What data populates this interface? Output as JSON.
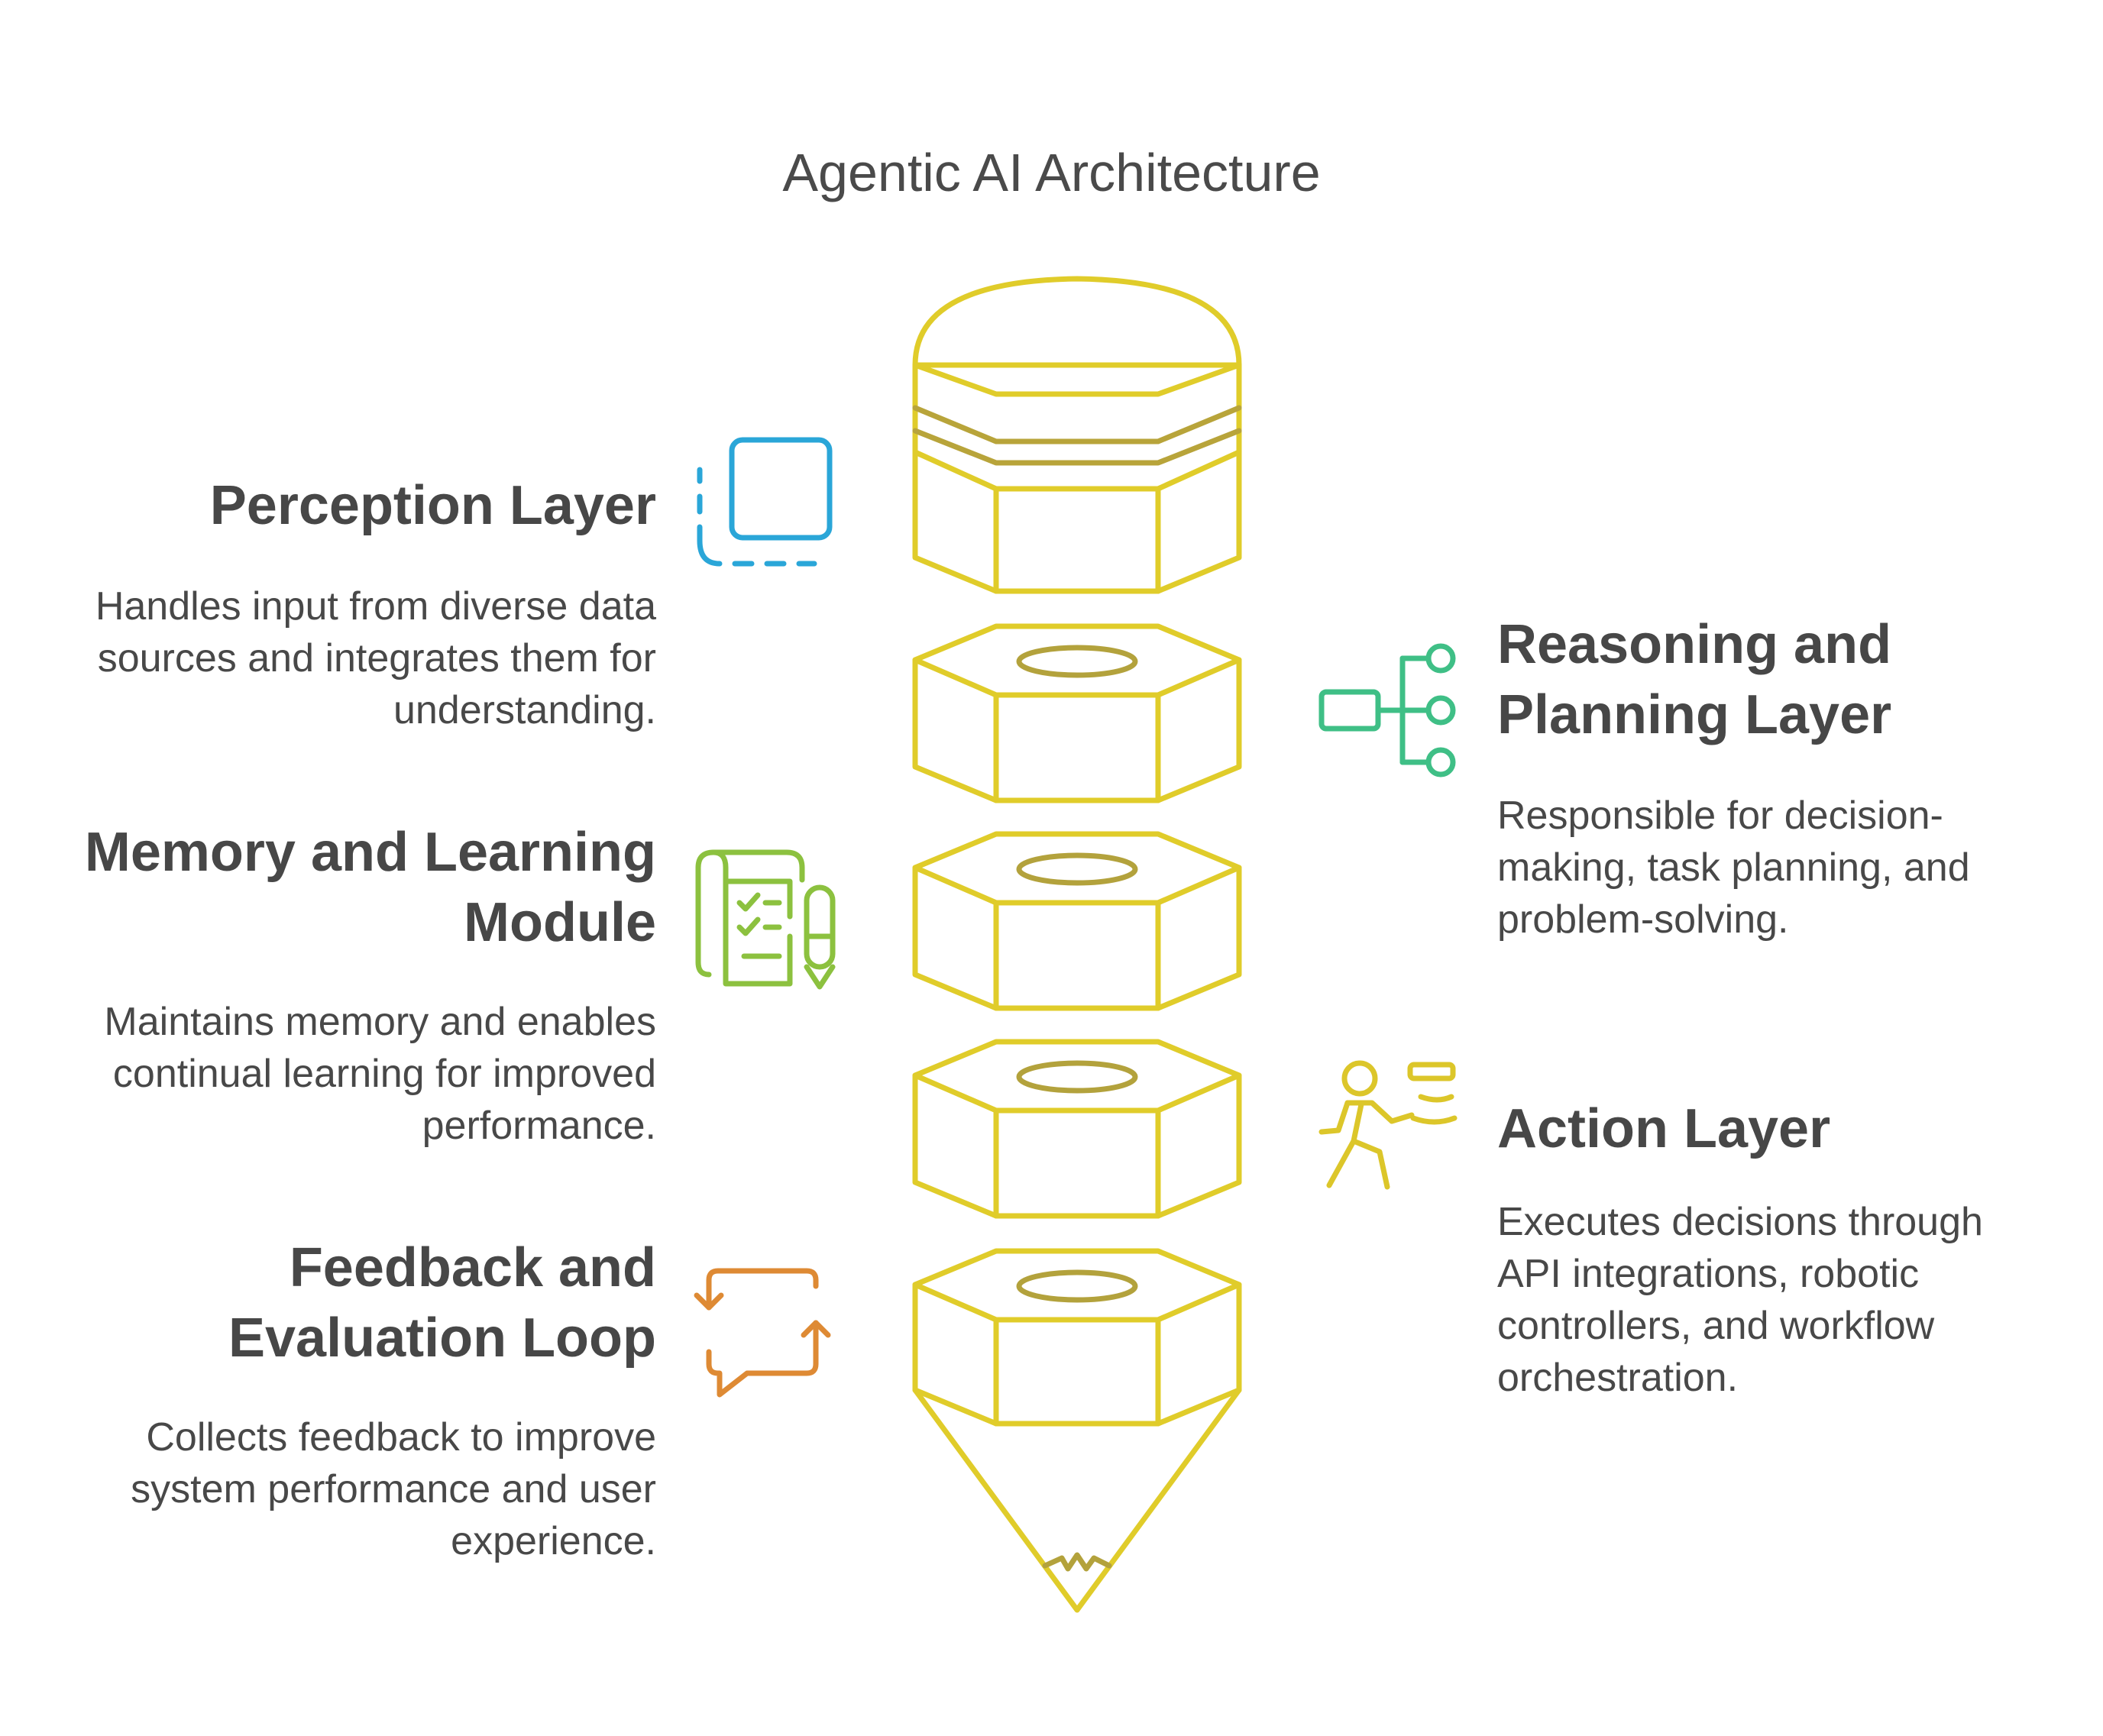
{
  "title": "Agentic AI Architecture",
  "colors": {
    "stack_stroke": "#e0cc2a",
    "stack_band": "#b8a43a",
    "stack_inner": "#b3a23c",
    "perception_icon": "#2aa6d8",
    "reasoning_icon": "#3fbf86",
    "memory_icon": "#8cc13f",
    "action_icon": "#dcc62a",
    "feedback_icon": "#de8a34",
    "text_dark": "#474747"
  },
  "layers": {
    "perception": {
      "title": "Perception Layer",
      "description": "Handles input from diverse data sources and integrates them for understanding.",
      "icon": "dashed-square-icon"
    },
    "reasoning": {
      "title_line1": "Reasoning and",
      "title_line2": "Planning Layer",
      "description": "Responsible for decision-making, task planning, and problem-solving.",
      "icon": "hierarchy-icon"
    },
    "memory": {
      "title_line1": "Memory and Learning",
      "title_line2": "Module",
      "description": "Maintains memory and enables continual learning for improved performance.",
      "icon": "checklist-pen-icon"
    },
    "action": {
      "title": "Action Layer",
      "description": "Executes decisions through API integrations, robotic controllers, and workflow orchestration.",
      "icon": "running-person-icon"
    },
    "feedback": {
      "title_line1": "Feedback and",
      "title_line2": "Evaluation Loop",
      "description": "Collects feedback to improve system performance and user experience.",
      "icon": "loop-chat-icon"
    }
  }
}
